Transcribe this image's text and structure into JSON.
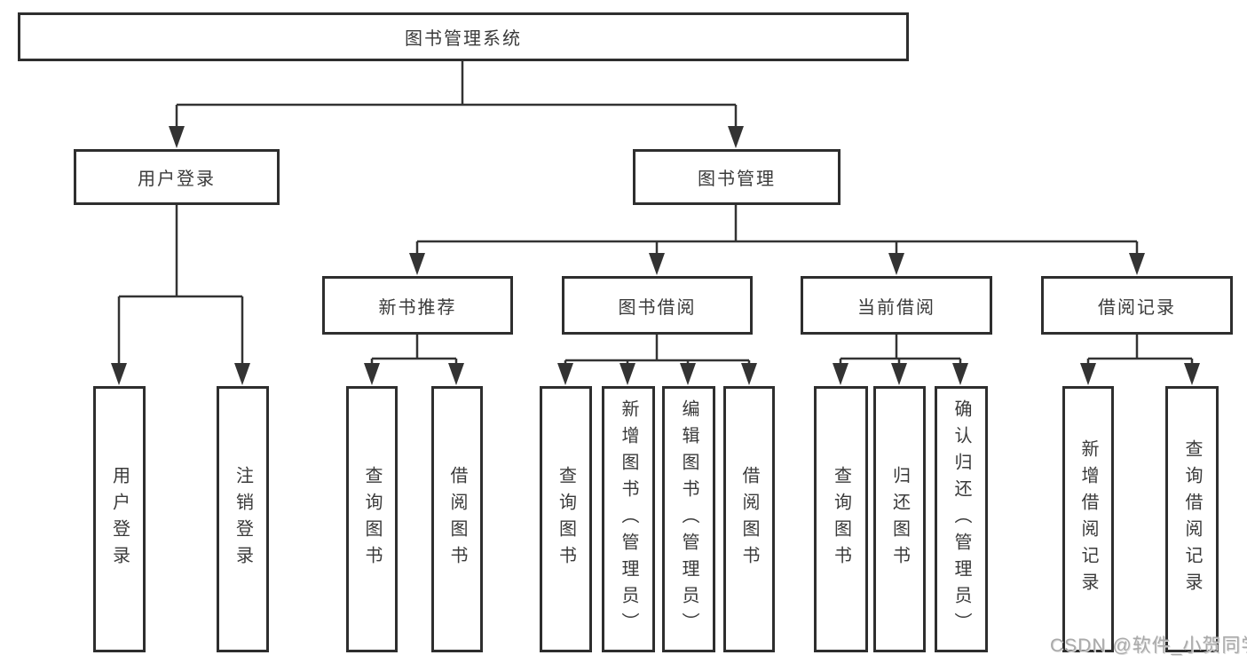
{
  "tree": {
    "root": {
      "label": "图书管理系统"
    },
    "branches": [
      {
        "label": "用户登录",
        "children": [
          {
            "label": "用户登录"
          },
          {
            "label": "注销登录"
          }
        ]
      },
      {
        "label": "图书管理",
        "children": [
          {
            "label": "新书推荐",
            "children": [
              {
                "label": "查询图书"
              },
              {
                "label": "借阅图书"
              }
            ]
          },
          {
            "label": "图书借阅",
            "children": [
              {
                "label": "查询图书"
              },
              {
                "label": "新增图书（管理员）"
              },
              {
                "label": "编辑图书（管理员）"
              },
              {
                "label": "借阅图书"
              }
            ]
          },
          {
            "label": "当前借阅",
            "children": [
              {
                "label": "查询图书"
              },
              {
                "label": "归还图书"
              },
              {
                "label": "确认归还（管理员）"
              }
            ]
          },
          {
            "label": "借阅记录",
            "children": [
              {
                "label": "新增借阅记录"
              },
              {
                "label": "查询借阅记录"
              }
            ]
          }
        ]
      }
    ]
  },
  "watermark": "CSDN @软件_小贺同学",
  "colors": {
    "line": "#333333",
    "box_border": "#2e2e2e",
    "text": "#3a3a3a",
    "watermark": "#a9a9a9",
    "background": "#ffffff"
  }
}
